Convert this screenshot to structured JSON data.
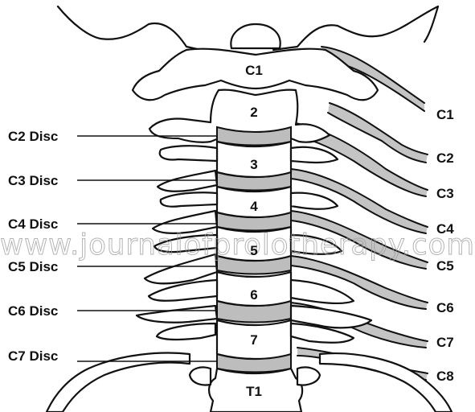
{
  "watermark": "www.journalofprolotherapy.com",
  "vertebrae": [
    "C1",
    "2",
    "3",
    "4",
    "5",
    "6",
    "7",
    "T1"
  ],
  "discs": [
    "C2 Disc",
    "C3 Disc",
    "C4 Disc",
    "C5 Disc",
    "C6 Disc",
    "C7 Disc"
  ],
  "nerves": [
    "C1",
    "C2",
    "C3",
    "C4",
    "C5",
    "C6",
    "C7",
    "C8"
  ],
  "colors": {
    "bone_fill": "#ffffff",
    "outline": "#111111",
    "disc_fill": "#bdbdbd",
    "watermark": "#9a9a9a"
  }
}
